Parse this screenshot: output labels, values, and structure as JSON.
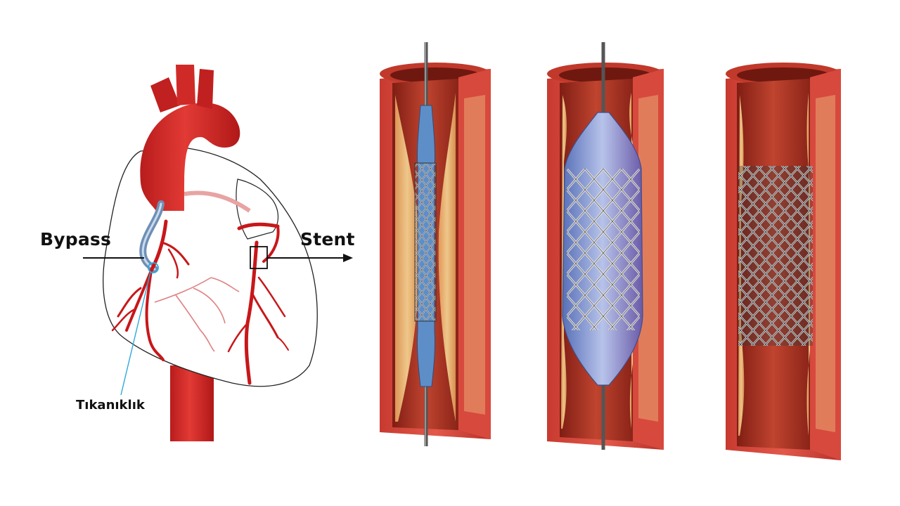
{
  "labels": {
    "bypass": "Bypass",
    "stent": "Stent",
    "blockage": "Tıkanıklık"
  },
  "colors": {
    "artery_red": "#cc2222",
    "vessel_wall": "#d9463a",
    "vessel_inner": "#b5301f",
    "plaque": "#f2c27a",
    "balloon": "#5a7fc4",
    "stent_metal": "#e6e6e6"
  }
}
